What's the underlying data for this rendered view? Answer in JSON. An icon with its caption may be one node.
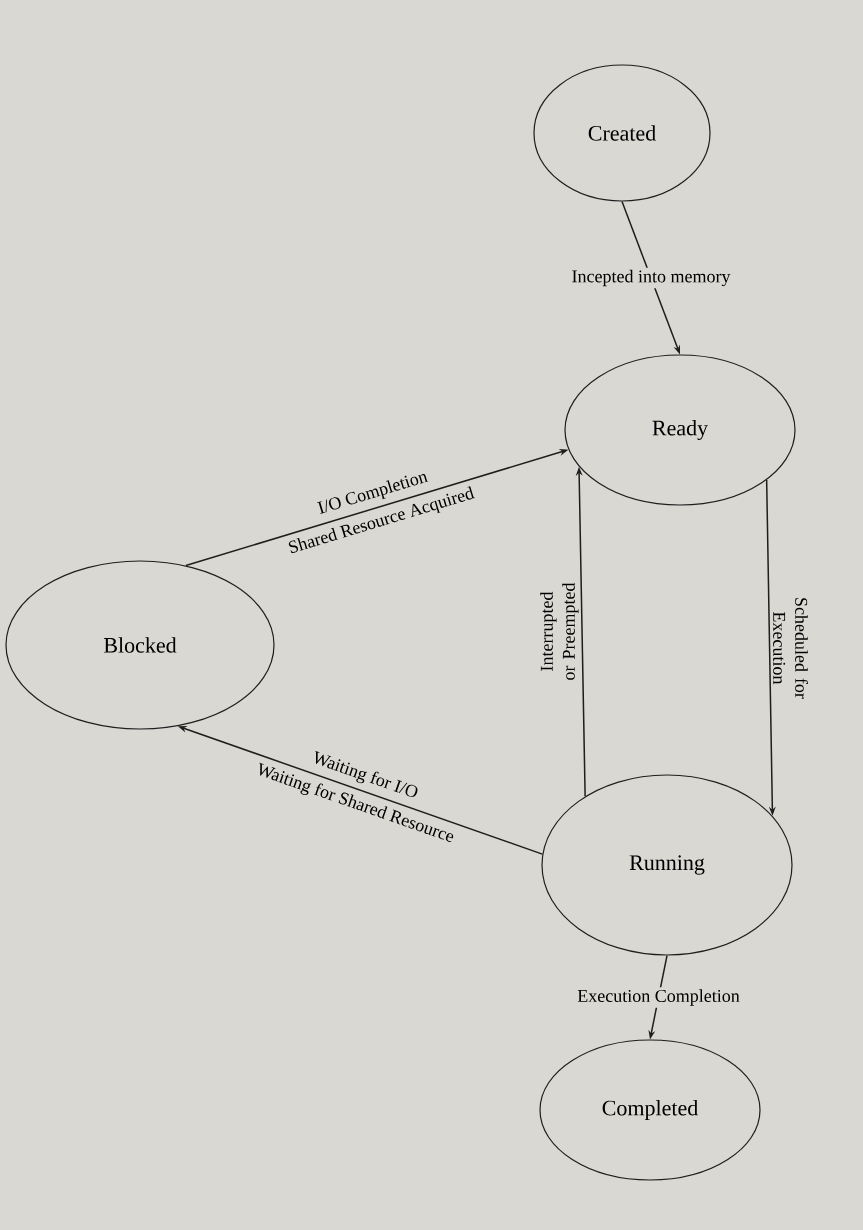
{
  "diagram": {
    "nodes": [
      {
        "text": [
          "Created"
        ]
      },
      {
        "text": [
          "Ready"
        ]
      },
      {
        "text": [
          "Blocked"
        ]
      },
      {
        "text": [
          "Running"
        ]
      },
      {
        "text": [
          "Completed"
        ]
      }
    ],
    "edges": [
      {
        "from": 0,
        "to": 1,
        "arrow": "to",
        "label": "Incepted into memory"
      },
      {
        "from": 2,
        "to": 1,
        "arrow": "to",
        "label": "I/O Completion"
      },
      {
        "from": 1,
        "to": 3,
        "arrow": "to",
        "label": "Scheduled for Execution"
      },
      {
        "from": 3,
        "to": 1,
        "arrow": "to",
        "label": "Interrupted or Preempted"
      },
      {
        "from": 3,
        "to": 2,
        "arrow": "to",
        "label": "Waiting for I/O"
      },
      {
        "from": 3,
        "to": 4,
        "arrow": "to",
        "label": "Execution Completion"
      }
    ],
    "labels": [
      "Shared Resource Acquired",
      "Waiting for Shared Resource"
    ]
  }
}
